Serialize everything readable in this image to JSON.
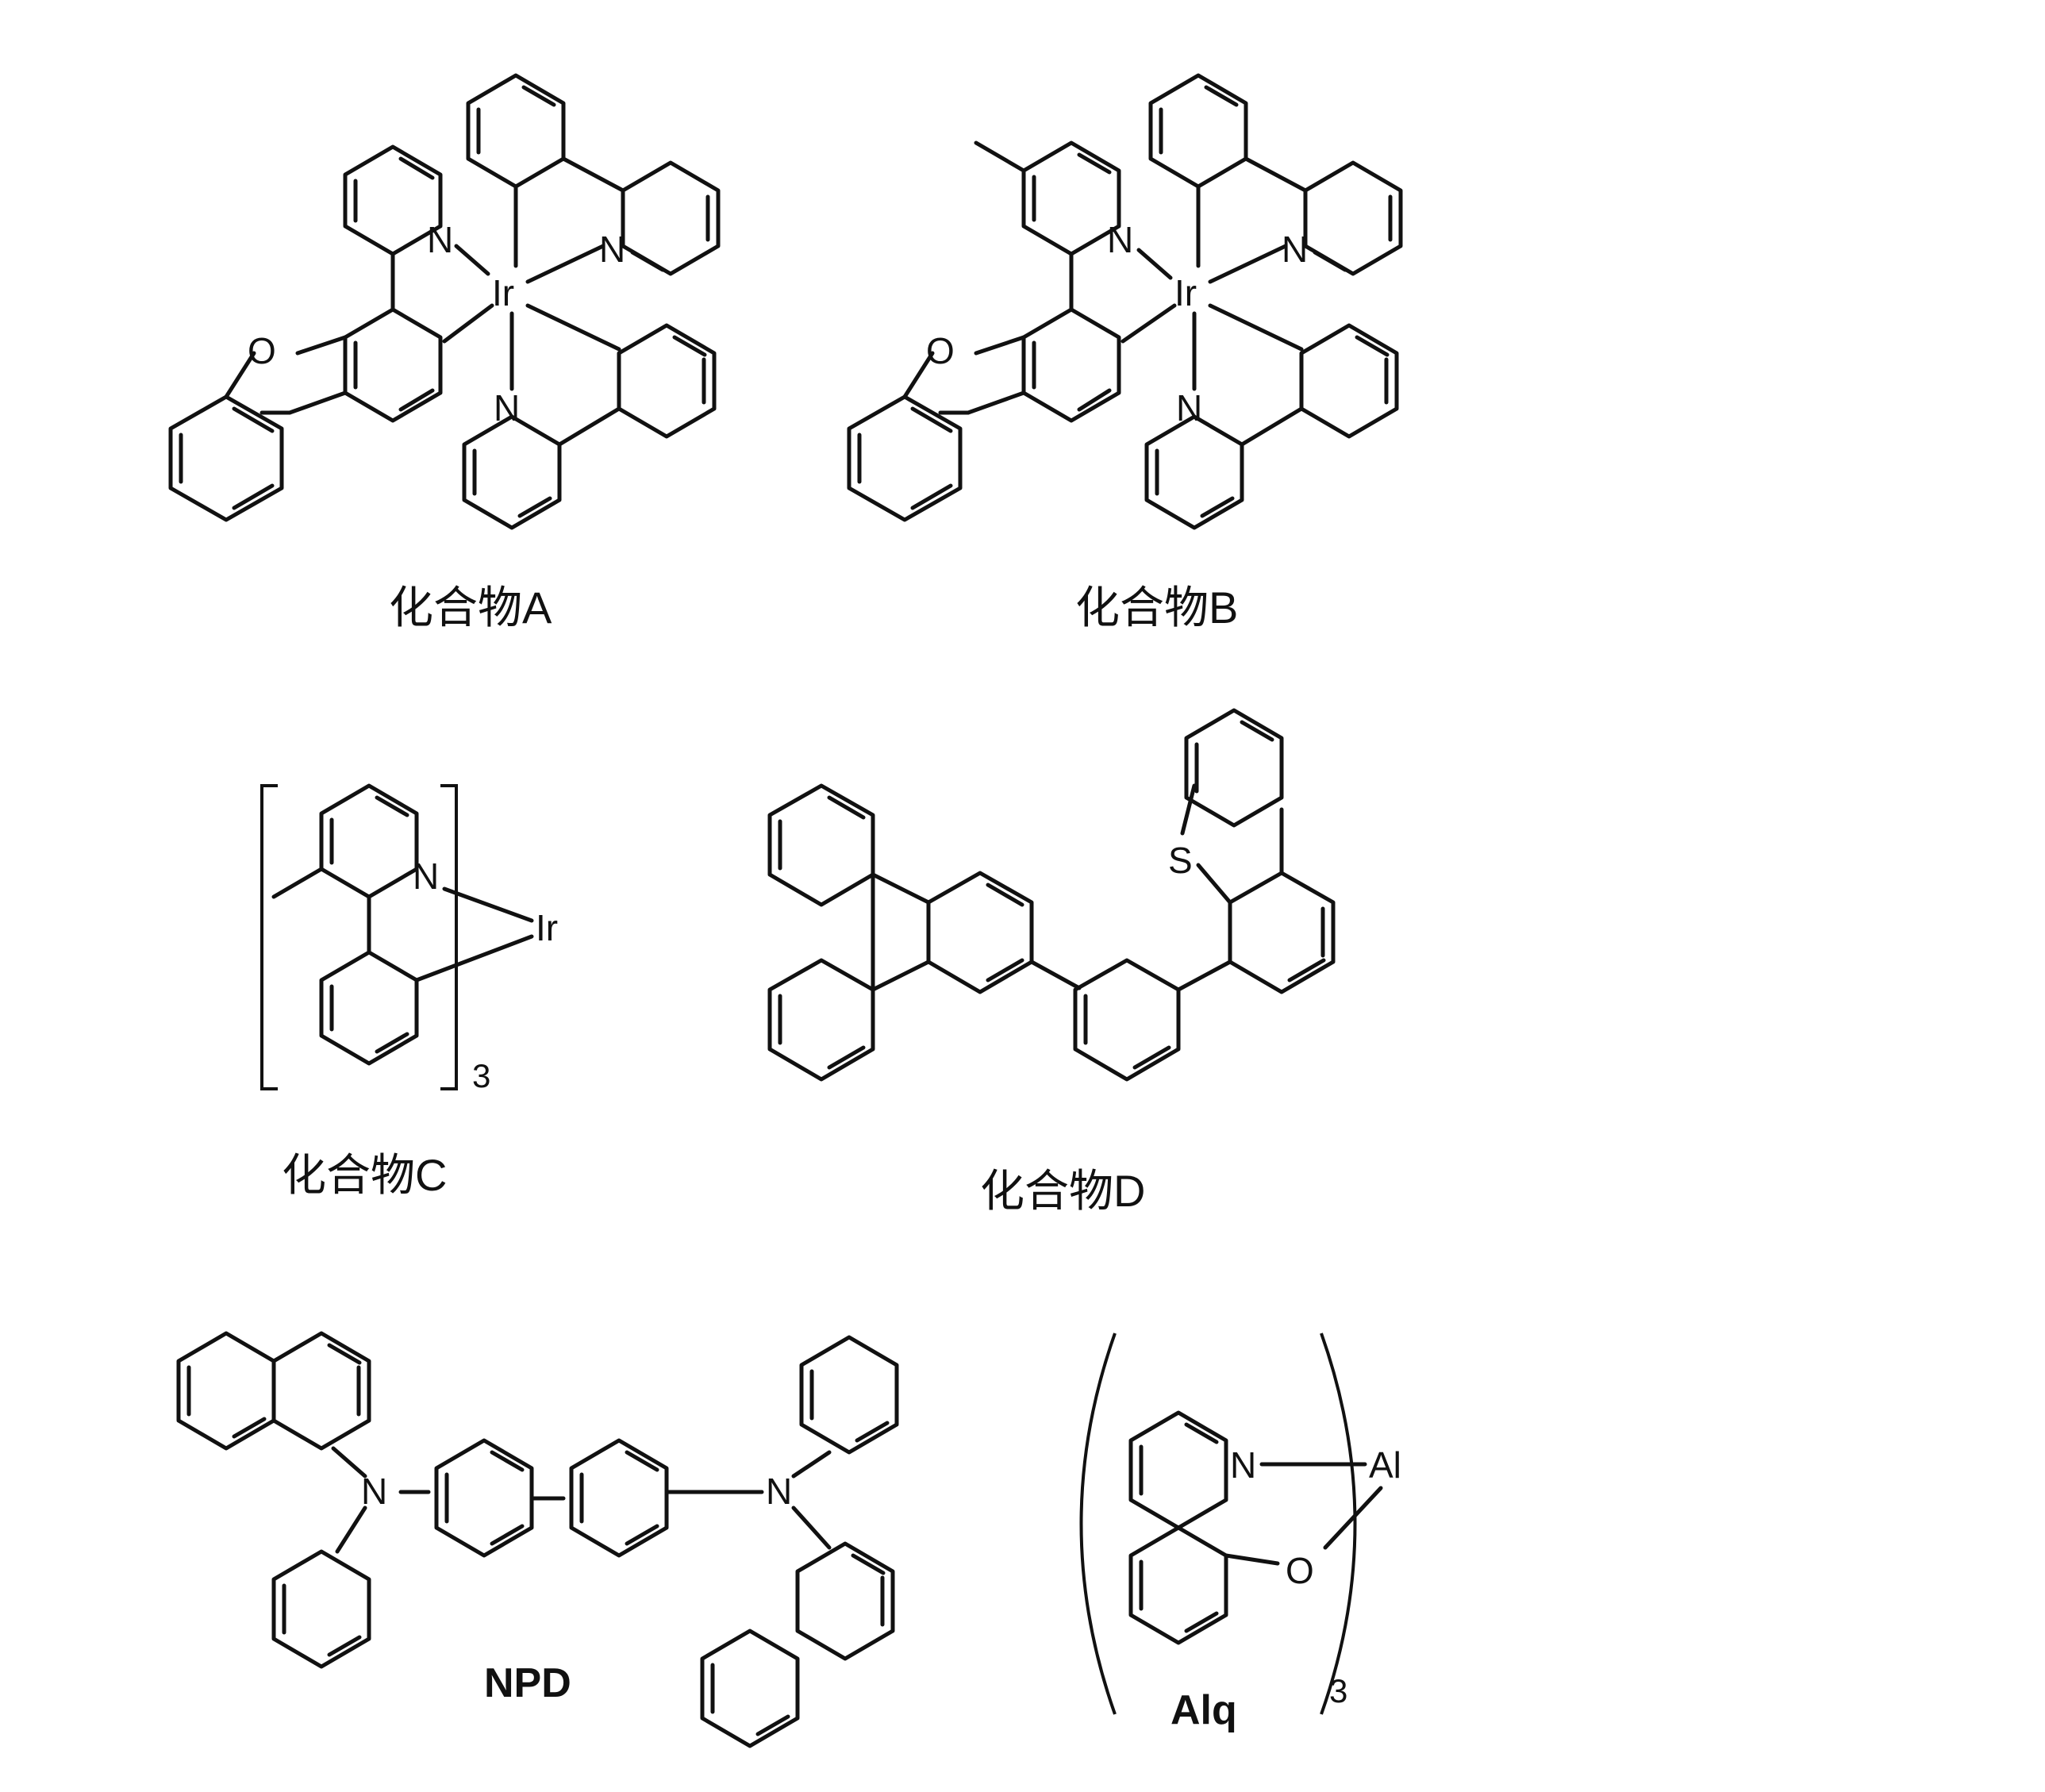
{
  "compounds": {
    "A": {
      "caption": "化合物A",
      "atoms": [
        "N",
        "N",
        "Ir",
        "O",
        "N"
      ]
    },
    "B": {
      "caption": "化合物B",
      "atoms": [
        "N",
        "N",
        "Ir",
        "O",
        "N"
      ]
    },
    "C": {
      "caption": "化合物C",
      "atoms": [
        "N",
        "Ir"
      ],
      "count": "3"
    },
    "D": {
      "caption": "化合物D",
      "atoms": [
        "S"
      ]
    },
    "NPD": {
      "caption": "NPD",
      "atoms": [
        "N",
        "N"
      ]
    },
    "Alq": {
      "caption": "Alq",
      "atoms": [
        "N",
        "Al",
        "O"
      ],
      "count": "3"
    }
  }
}
